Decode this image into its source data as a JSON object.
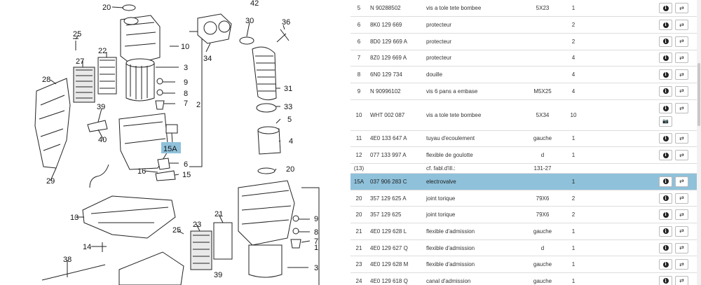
{
  "diagram": {
    "callouts": [
      "20",
      "42",
      "30",
      "36",
      "25",
      "22",
      "27",
      "10",
      "3",
      "34",
      "31",
      "28",
      "9",
      "8",
      "7",
      "2",
      "39",
      "40",
      "33",
      "5",
      "4",
      "15A",
      "6",
      "16",
      "15",
      "29",
      "20",
      "13",
      "21",
      "9",
      "8",
      "7",
      "25",
      "23",
      "14",
      "1",
      "3",
      "38",
      "39"
    ]
  },
  "table": {
    "rows": [
      {
        "pos": "5",
        "ref": "N  90288502",
        "desc": "vis a tole tete bombee",
        "remark": "5X23",
        "qty": "1",
        "note": ""
      },
      {
        "pos": "6",
        "ref": "8K0 129 669",
        "desc": "protecteur",
        "remark": "",
        "qty": "2",
        "note": ""
      },
      {
        "pos": "6",
        "ref": "8D0 129 669 A",
        "desc": "protecteur",
        "remark": "",
        "qty": "2",
        "note": ""
      },
      {
        "pos": "7",
        "ref": "8Z0 129 669 A",
        "desc": "protecteur",
        "remark": "",
        "qty": "4",
        "note": ""
      },
      {
        "pos": "8",
        "ref": "6N0 129 734",
        "desc": "douille",
        "remark": "",
        "qty": "4",
        "note": ""
      },
      {
        "pos": "9",
        "ref": "N  90996102",
        "desc": "vis 6 pans a embase",
        "remark": "M5X25",
        "qty": "4",
        "note": ""
      },
      {
        "pos": "10",
        "ref": "WHT 002 087",
        "desc": "vis a tole tete bombee",
        "remark": "5X34",
        "qty": "10",
        "note": ""
      },
      {
        "pos": "11",
        "ref": "4E0 133 647 A",
        "desc": "tuyau d'ecoulement",
        "remark": "gauche",
        "qty": "1",
        "note": ""
      },
      {
        "pos": "12",
        "ref": "077 133 997 A",
        "desc": "flexible de goulotte",
        "remark": "d",
        "qty": "1",
        "note": ""
      },
      {
        "pos": "(13)",
        "ref": "",
        "desc": "cf. fabl.d'ill.:",
        "remark": "131-27",
        "qty": "",
        "note": ""
      },
      {
        "pos": "15A",
        "ref": "037 906 283 C",
        "desc": "electrovalve",
        "remark": "",
        "qty": "1",
        "note": ""
      },
      {
        "pos": "20",
        "ref": "357 129 625 A",
        "desc": "joint torique",
        "remark": "79X6",
        "qty": "2",
        "note": ""
      },
      {
        "pos": "20",
        "ref": "357 129 625",
        "desc": "joint torique",
        "remark": "79X6",
        "qty": "2",
        "note": ""
      },
      {
        "pos": "21",
        "ref": "4E0 129 628 L",
        "desc": "flexible d'admission",
        "remark": "gauche",
        "qty": "1",
        "note": ""
      },
      {
        "pos": "21",
        "ref": "4E0 129 627 Q",
        "desc": "flexible d'admission",
        "remark": "d",
        "qty": "1",
        "note": ""
      },
      {
        "pos": "23",
        "ref": "4E0 129 628 M",
        "desc": "flexible d'admission",
        "remark": "gauche",
        "qty": "1",
        "note": ""
      },
      {
        "pos": "24",
        "ref": "4E0 129 618 Q",
        "desc": "canal d'admission",
        "remark": "gauche",
        "qty": "1",
        "note": ""
      }
    ],
    "icons": {
      "info": "info-icon",
      "swap": "swap-arrows-icon",
      "camera": "camera-icon"
    },
    "selected_color": "#8fc1da"
  }
}
